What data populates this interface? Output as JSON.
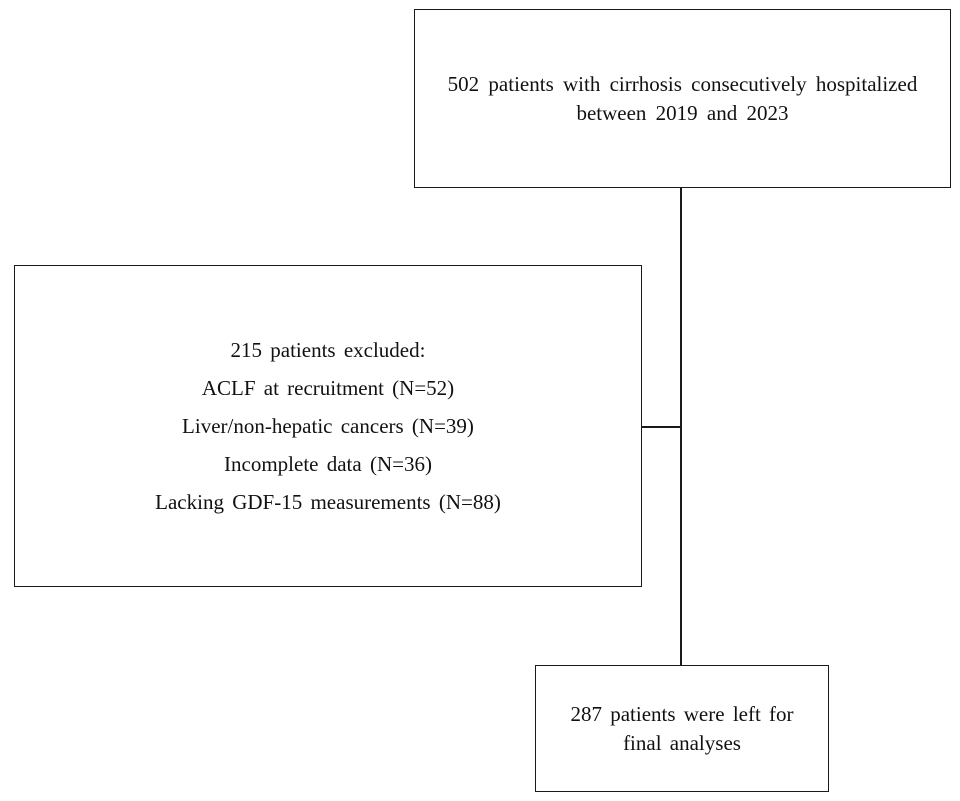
{
  "flowchart": {
    "enrolled": {
      "line1": "502 patients with cirrhosis consecutively hospitalized",
      "line2": "between 2019 and 2023"
    },
    "excluded": {
      "heading": "215 patients excluded:",
      "reasons": [
        "ACLF at recruitment  (N=52)",
        "Liver/non-hepatic  cancers (N=39)",
        "Incomplete  data (N=36)",
        "Lacking  GDF-15 measurements   (N=88)"
      ]
    },
    "final": {
      "line1": "287 patients  were left for",
      "line2": "final analyses"
    }
  }
}
